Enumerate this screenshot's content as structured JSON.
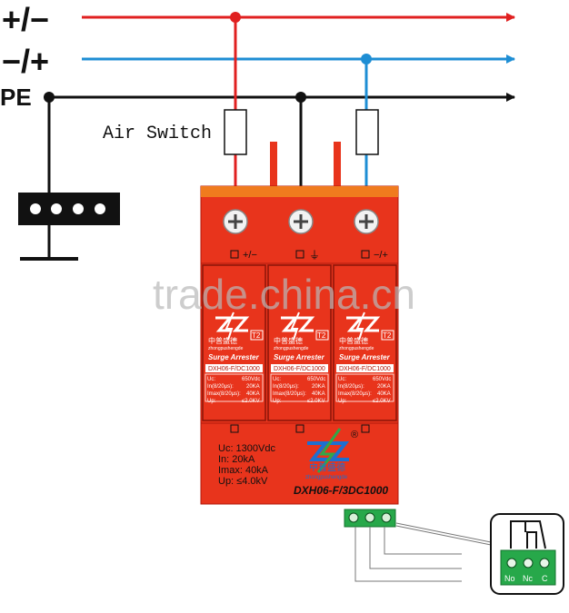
{
  "lines": {
    "neg_pos_label": "+/−",
    "pos_neg_label": "−/+",
    "pe_label": "PE",
    "colors": {
      "red": "#e02020",
      "blue": "#1e8ed4",
      "black": "#111111"
    }
  },
  "air_switch_label": "Air Switch",
  "device": {
    "colors": {
      "body": "#e8341c",
      "top_strip": "#f07b1e",
      "dark": "#b21a0c"
    },
    "terminals": [
      "+/−",
      "⏚",
      "−/+"
    ],
    "module": {
      "type_badge": "T2",
      "brand_cn": "中普盛德",
      "brand_en": "zhongpushengde",
      "name": "Surge Arrester",
      "model": "DXH06-F/DC1000",
      "uc_label": "Uc:",
      "uc_value": "650Vdc",
      "in_label": "In(8/20μs):",
      "in_value": "20KA",
      "imax_label": "Imax(8/20μs):",
      "imax_value": "40KA",
      "up_label": "Up:",
      "up_value": "≤2.0KV"
    },
    "specs": {
      "uc": "Uc: 1300Vdc",
      "in": "In: 20kA",
      "imax": "Imax: 40kA",
      "up": "Up: ≤4.0kV"
    },
    "logo_cn": "中普盛德",
    "logo_en": "zhongpushengde",
    "registered": "®",
    "model": "DXH06-F/3DC1000"
  },
  "remote_contacts": [
    "No",
    "Nc",
    "C"
  ],
  "watermark": "trade.china.cn"
}
